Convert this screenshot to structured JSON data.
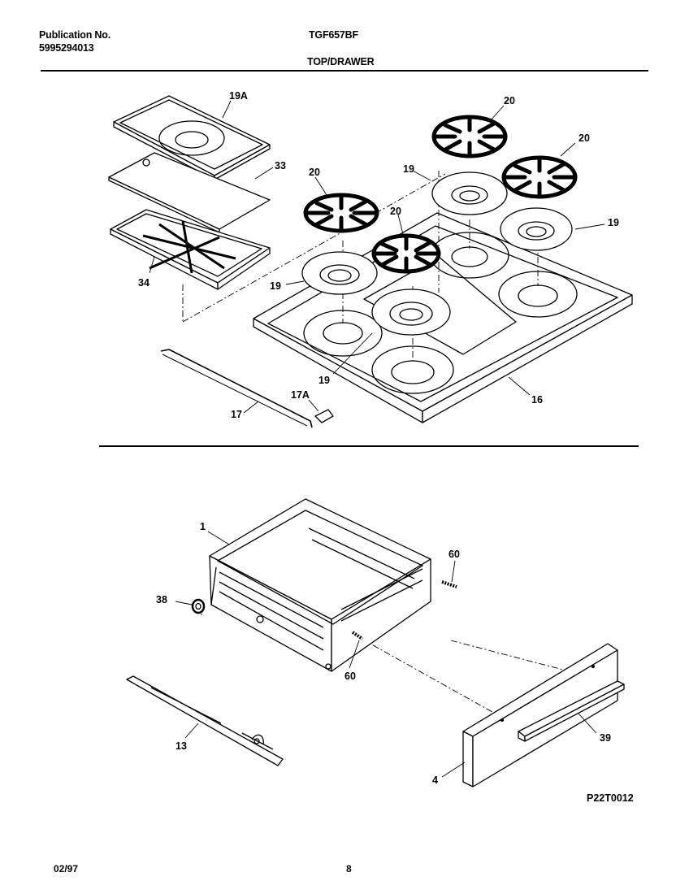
{
  "header": {
    "pub_label": "Publication No.",
    "pub_number": "5995294013",
    "model": "TGF657BF",
    "section": "TOP/DRAWER"
  },
  "labels": {
    "p19A": "19A",
    "p33": "33",
    "p34": "34",
    "p20a": "20",
    "p20b": "20",
    "p20c": "20",
    "p20d": "20",
    "p19a": "19",
    "p19b": "19",
    "p19c": "19",
    "p19d": "19",
    "p16": "16",
    "p17": "17",
    "p17A": "17A",
    "p1": "1",
    "p38": "38",
    "p60a": "60",
    "p60b": "60",
    "p13": "13",
    "p39": "39",
    "p4": "4"
  },
  "diagram_code": "P22T0012",
  "footer": {
    "date": "02/97",
    "page": "8"
  }
}
